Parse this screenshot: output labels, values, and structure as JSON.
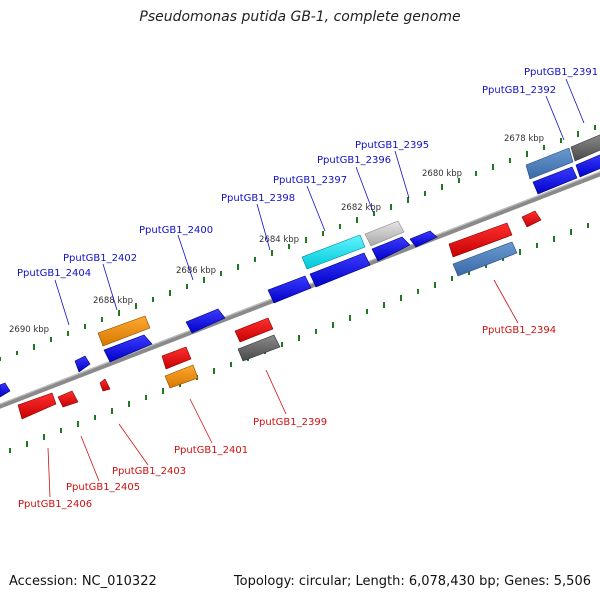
{
  "title": "Pseudomonas putida GB-1, complete genome",
  "footer": {
    "accession": "Accession: NC_010322",
    "topology": "Topology: circular; Length: 6,078,430 bp; Genes: 5,506"
  },
  "colors": {
    "forward_label": "#1010c8",
    "reverse_label": "#d01010",
    "backbone": "#8a8a8a",
    "tick": "#1f7a1f"
  },
  "tick_labels": [
    "2678 kbp",
    "2680 kbp",
    "2682 kbp",
    "2684 kbp",
    "2686 kbp",
    "2688 kbp",
    "2690 kbp"
  ],
  "forward_genes": [
    {
      "label": "PputGB1_2391"
    },
    {
      "label": "PputGB1_2392"
    },
    {
      "label": "PputGB1_2395"
    },
    {
      "label": "PputGB1_2396"
    },
    {
      "label": "PputGB1_2397"
    },
    {
      "label": "PputGB1_2398"
    },
    {
      "label": "PputGB1_2400"
    },
    {
      "label": "PputGB1_2402"
    },
    {
      "label": "PputGB1_2404"
    }
  ],
  "reverse_genes": [
    {
      "label": "PputGB1_2394"
    },
    {
      "label": "PputGB1_2399"
    },
    {
      "label": "PputGB1_2401"
    },
    {
      "label": "PputGB1_2403"
    },
    {
      "label": "PputGB1_2405"
    },
    {
      "label": "PputGB1_2406"
    }
  ]
}
